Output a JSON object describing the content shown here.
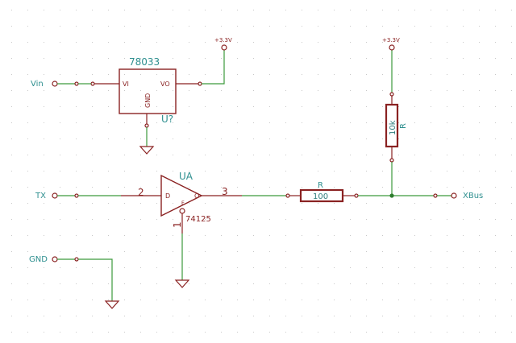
{
  "regulator": {
    "name": "78033",
    "pin_in": "VI",
    "pin_out": "VO",
    "pin_gnd": "GND",
    "ref": "U?"
  },
  "buffer": {
    "ref": "UA",
    "part": "74125",
    "pin_in_num": "2",
    "pin_out_num": "3",
    "pin_en_num": "1",
    "pin_in": "D",
    "pin_out": "O",
    "pin_en": "E"
  },
  "resistor_series": {
    "ref": "R",
    "value": "100"
  },
  "resistor_pullup": {
    "ref": "R",
    "value": "10k"
  },
  "power": {
    "left": "+3.3V",
    "right": "+3.3V"
  },
  "labels": {
    "vin": "Vin",
    "tx": "TX",
    "gnd": "GND",
    "xbus": "XBus"
  },
  "colors": {
    "wire": "#3c9a3c",
    "component": "#8a2222",
    "label": "#2e8f8f",
    "grid": "#c8c8c8"
  }
}
